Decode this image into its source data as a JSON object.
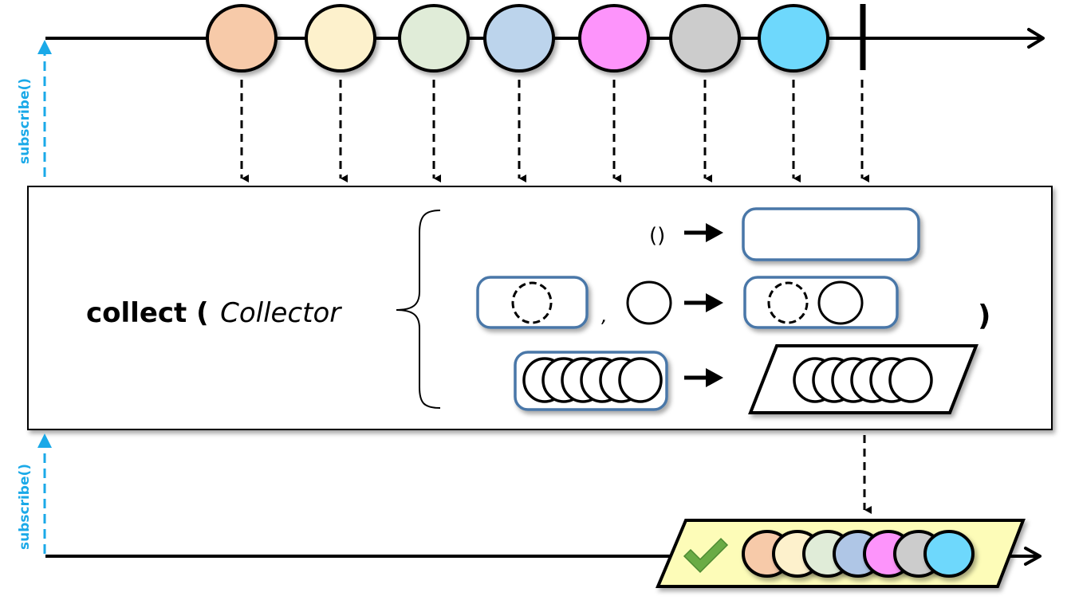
{
  "operator": {
    "name": "collect (",
    "argument": "Collector",
    "closing": ")",
    "supplier_symbol": "()",
    "accumulator_separator": ","
  },
  "subscribe_label": "subscribe()",
  "colors": {
    "subscribe": "#1aa9e8",
    "container_border": "#4a77a8",
    "result_fill": "#fdfcb8",
    "check": "#6aab45",
    "line": "#000000"
  },
  "source": {
    "marbles": [
      {
        "name": "orange",
        "color": "#f7caa9"
      },
      {
        "name": "cream",
        "color": "#fdf1cc"
      },
      {
        "name": "light-green",
        "color": "#e0ecd8"
      },
      {
        "name": "light-blue",
        "color": "#bcd4ec"
      },
      {
        "name": "magenta",
        "color": "#fd94fb"
      },
      {
        "name": "gray",
        "color": "#cccccc"
      },
      {
        "name": "cyan",
        "color": "#6ed8fc"
      }
    ],
    "completes": true
  },
  "result": {
    "completed": true,
    "marbles": [
      {
        "name": "orange",
        "color": "#f7caa9"
      },
      {
        "name": "cream",
        "color": "#fdf1cc"
      },
      {
        "name": "light-green",
        "color": "#e0ecd8"
      },
      {
        "name": "light-blue",
        "color": "#afc6e6"
      },
      {
        "name": "magenta",
        "color": "#fd94fb"
      },
      {
        "name": "gray",
        "color": "#cccccc"
      },
      {
        "name": "cyan",
        "color": "#6ed8fc"
      }
    ]
  }
}
